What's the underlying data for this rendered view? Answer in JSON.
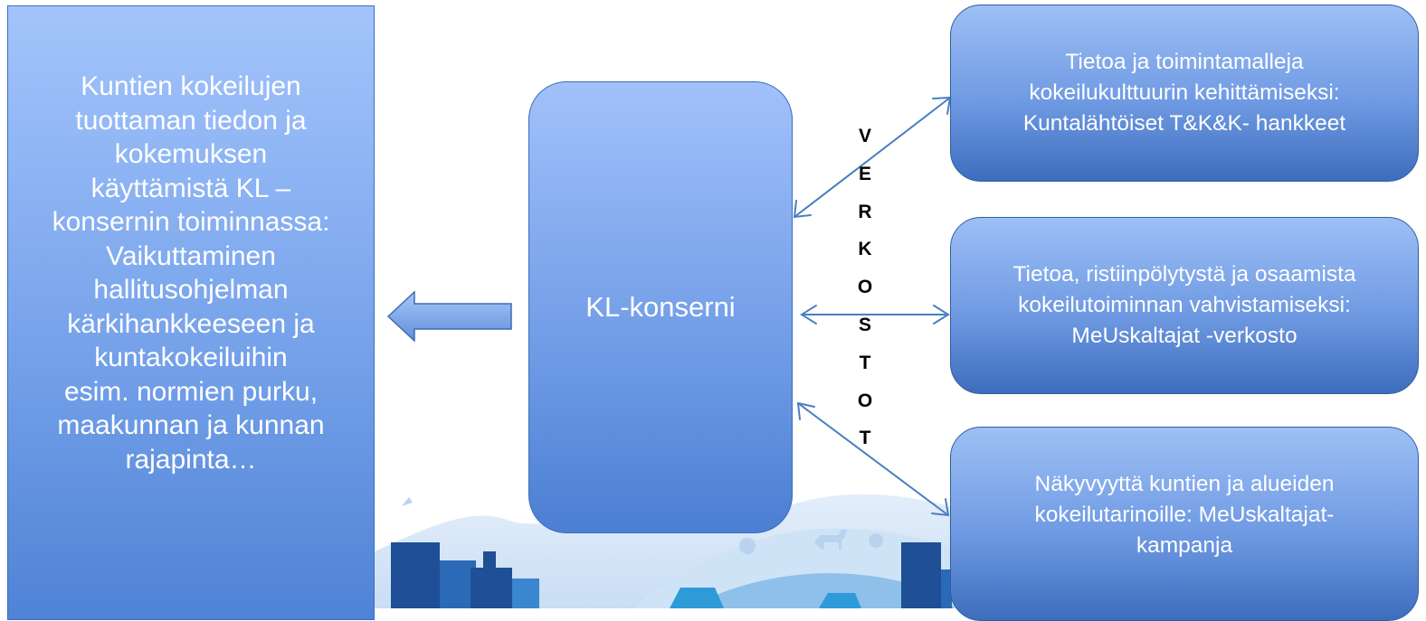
{
  "left_box": {
    "text": "Kuntien kokeilujen\ntuottaman tiedon ja\nkokemuksen\nkäyttämistä  KL –\nkonsernin toiminnassa:\nVaikuttaminen\nhallitusohjelman\nkärkihankkeeseen ja\nkuntakokeiluihin\nesim. normien purku,\nmaakunnan ja kunnan\nrajapinta…"
  },
  "center_box": {
    "text": "KL-konserni"
  },
  "verkostot": [
    "V",
    "E",
    "R",
    "K",
    "O",
    "S",
    "T",
    "O",
    "T"
  ],
  "right_boxes": [
    {
      "text": "Tietoa ja toimintamalleja\nkokeilukulttuurin kehittämiseksi:\nKuntalähtöiset T&K&K- hankkeet"
    },
    {
      "text": "Tietoa, ristiinpölytystä ja osaamista\nkokeilutoiminnan vahvistamiseksi:\nMeUskaltajat -verkosto"
    },
    {
      "text": "Näkyvyyttä kuntien ja alueiden\nkokeilutarinoille: MeUskaltajat-\nkampanja"
    }
  ],
  "colors": {
    "box_light": "#a3c4fb",
    "box_dark": "#4f83d6",
    "connector": "#4a7fc1",
    "skyline_dark": "#1f4f96",
    "background_hills": "#d6e7f8"
  }
}
